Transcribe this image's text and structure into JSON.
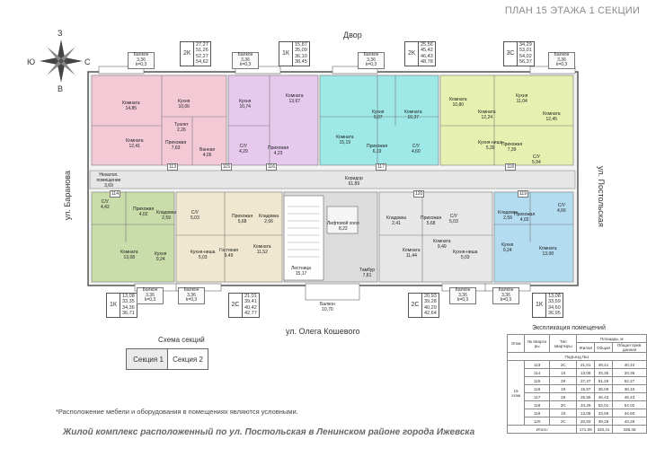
{
  "title": "ПЛАН 15 ЭТАЖА 1 СЕКЦИИ",
  "streets": {
    "top": "Двор",
    "left": "ул. Баранова",
    "right": "ул. Постольская",
    "bottom": "ул. Олега Кошевого"
  },
  "compass": {
    "n": "З",
    "s": "В",
    "w": "Ю",
    "e": "С"
  },
  "top_apartments": [
    {
      "code": "2К",
      "values": [
        "27,27",
        "51,26",
        "52,27",
        "54,62"
      ]
    },
    {
      "code": "1К",
      "values": [
        "15,87",
        "35,09",
        "36,10",
        "38,45"
      ]
    },
    {
      "code": "2К",
      "values": [
        "25,56",
        "45,42",
        "46,43",
        "48,78"
      ]
    },
    {
      "code": "3С",
      "values": [
        "34,29",
        "53,01",
        "54,02",
        "56,37"
      ]
    }
  ],
  "bottom_apartments": [
    {
      "code": "1К",
      "values": [
        "13,08",
        "33,35",
        "34,36",
        "36,71"
      ]
    },
    {
      "code": "2С",
      "values": [
        "21,01",
        "39,41",
        "40,42",
        "42,77"
      ]
    },
    {
      "code": "2С",
      "values": [
        "20,93",
        "39,28",
        "40,29",
        "42,64"
      ]
    },
    {
      "code": "1К",
      "values": [
        "13,08",
        "33,59",
        "34,60",
        "36,95"
      ]
    }
  ],
  "balconies_top": [
    [
      "Балкон",
      "3,36",
      "k=0,3"
    ],
    [
      "Балкон",
      "3,36",
      "k=0,3"
    ],
    [
      "Балкон",
      "3,36",
      "k=0,3"
    ],
    [
      "Балкон",
      "3,36",
      "k=0,3"
    ]
  ],
  "balconies_bottom": [
    [
      "Балкон",
      "3,36",
      "k=0,3"
    ],
    [
      "Балкон",
      "3,36",
      "k=0,3"
    ],
    [
      "Балкон",
      "3,36",
      "k=0,3"
    ],
    [
      "Балкон",
      "3,36",
      "k=0,3"
    ]
  ],
  "rooms": [
    [
      "Комната",
      "14,85"
    ],
    [
      "Кухня",
      "10,06"
    ],
    [
      "Туалет",
      "2,26"
    ],
    [
      "Ванная",
      "4,05"
    ],
    [
      "Прихожая",
      "7,63"
    ],
    [
      "Комната",
      "12,41"
    ],
    [
      "Кухня",
      "10,74"
    ],
    [
      "С/У",
      "4,29"
    ],
    [
      "Прихожая",
      "4,23"
    ],
    [
      "Комната",
      "13,67"
    ],
    [
      "Комната",
      "15,19"
    ],
    [
      "Кухня",
      "9,07"
    ],
    [
      "Комната",
      "10,37"
    ],
    [
      "Прихожая",
      "6,19"
    ],
    [
      "С/У",
      "4,60"
    ],
    [
      "Комната",
      "10,80"
    ],
    [
      "Комната",
      "12,24"
    ],
    [
      "Кухня-ниша",
      "5,39"
    ],
    [
      "Прихожая",
      "7,39"
    ],
    [
      "Комната",
      "12,45"
    ],
    [
      "С/У",
      "5,94"
    ],
    [
      "Кухня",
      "11,04"
    ],
    [
      "Коридор",
      "61,89"
    ],
    [
      "Лифтовой холл",
      "8,22"
    ],
    [
      "Лестница",
      "15,17"
    ],
    [
      "Тамбур",
      "7,81"
    ],
    [
      "Балкон",
      "10,70"
    ],
    [
      "Незалоп. помещение",
      "3,69"
    ],
    [
      "С/У",
      "4,42"
    ],
    [
      "Прихожая",
      "4,02"
    ],
    [
      "Кладовка",
      "2,59"
    ],
    [
      "Комната",
      "13,08"
    ],
    [
      "Кухня",
      "9,24"
    ],
    [
      "С/У",
      "5,03"
    ],
    [
      "Прихожая",
      "5,68"
    ],
    [
      "Кладовка",
      "2,66"
    ],
    [
      "Кухня-ниша",
      "5,03"
    ],
    [
      "Гостиная",
      "9,49"
    ],
    [
      "Комната",
      "11,52"
    ],
    [
      "Кладовка",
      "2,41"
    ],
    [
      "С/У",
      "5,03"
    ],
    [
      "Прихожая",
      "5,68"
    ],
    [
      "Комната",
      "9,49"
    ],
    [
      "Комната",
      "11,44"
    ],
    [
      "Кухня-ниша",
      "5,03"
    ],
    [
      "Кладовка",
      "2,59"
    ],
    [
      "Прихожая",
      "4,02"
    ],
    [
      "С/У",
      "4,66"
    ],
    [
      "Кухня",
      "9,24"
    ],
    [
      "Комната",
      "13,08"
    ]
  ],
  "apt_numbers": [
    "113",
    "114",
    "115",
    "116",
    "117",
    "118",
    "119",
    "120"
  ],
  "section_scheme": {
    "caption": "Схема секций",
    "sections": [
      "Секция 1",
      "Секция 2"
    ]
  },
  "footnote": "*Расположение мебели и оборудования в помещениях являются условными.",
  "bottom_caption": "Жилой комплекс расположенный по ул. Постольская в Ленинском районе города Ижевска",
  "explication": {
    "caption": "Экспликация помещений",
    "headers": [
      "Этаж",
      "№ Кварти ры",
      "Тип квартиры",
      "Жилая",
      "Общая",
      "Общая прив. данная"
    ],
    "group_header": "Площадь, м",
    "subheader": "Подъезд №1",
    "floor": "15 этаж",
    "rows": [
      [
        "113",
        "2С",
        "21,01",
        "39,41",
        "40,42"
      ],
      [
        "114",
        "1К",
        "13,08",
        "33,35",
        "34,36"
      ],
      [
        "115",
        "2К",
        "27,27",
        "51,26",
        "52,27"
      ],
      [
        "116",
        "1К",
        "15,87",
        "35,09",
        "36,10"
      ],
      [
        "117",
        "2К",
        "25,56",
        "45,42",
        "46,43"
      ],
      [
        "118",
        "3С",
        "34,29",
        "53,01",
        "54,02"
      ],
      [
        "119",
        "1К",
        "13,08",
        "33,59",
        "34,60"
      ],
      [
        "120",
        "2С",
        "20,93",
        "39,28",
        "40,29"
      ]
    ],
    "total": [
      "Итого:",
      "171,09",
      "330,41",
      "338,45"
    ]
  },
  "colors": {
    "apt_pink": "#f3c9d6",
    "apt_purple": "#e7c9ee",
    "apt_cyan": "#9fe8e8",
    "apt_lime": "#e6f0b0",
    "apt_green": "#c9dca9",
    "apt_beige": "#efe7cf",
    "apt_grey": "#dcdcdc",
    "apt_blue": "#b3dcf0",
    "corridor": "#e6e6e6"
  }
}
